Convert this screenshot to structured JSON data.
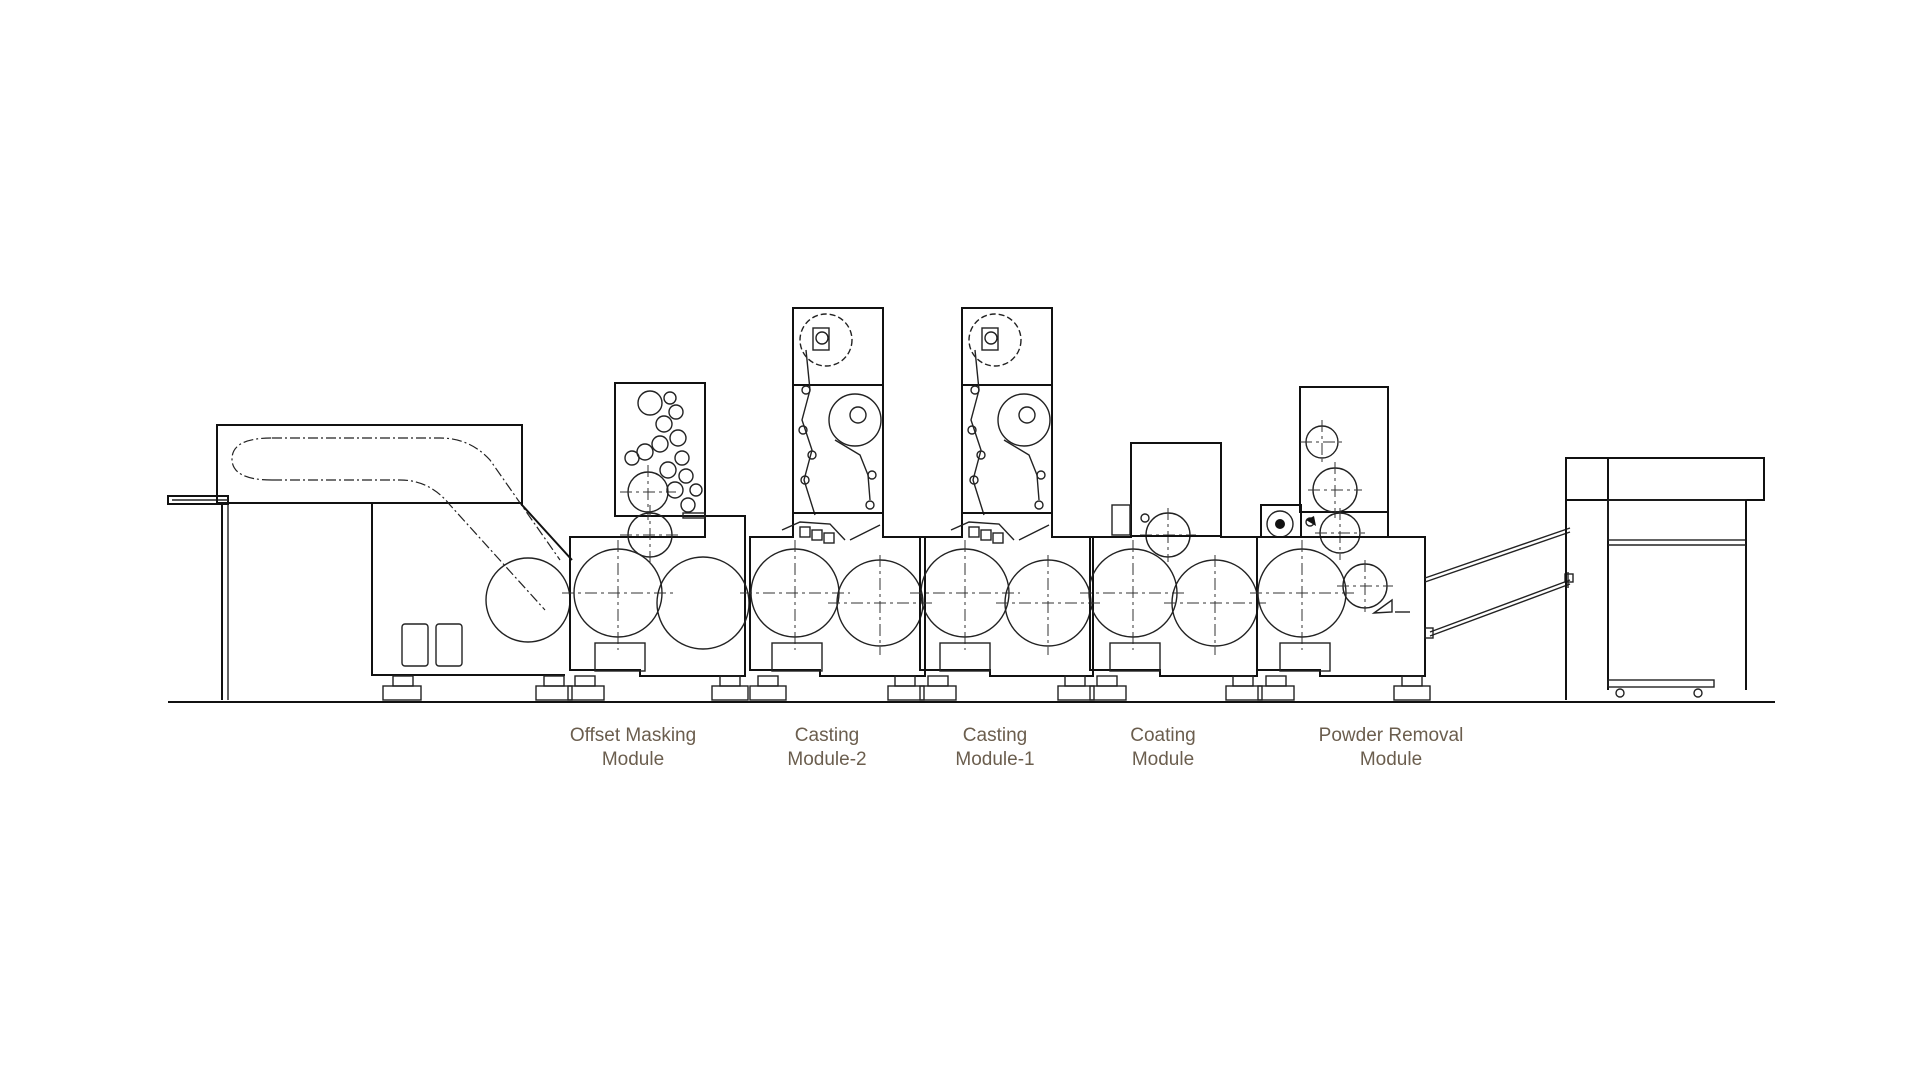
{
  "colors": {
    "line": "#222222",
    "label": "#6b5e4e",
    "background": "#ffffff"
  },
  "modules": [
    {
      "id": "offset-masking",
      "line1": "Offset Masking",
      "line2": "Module"
    },
    {
      "id": "casting-2",
      "line1": "Casting",
      "line2": "Module-2"
    },
    {
      "id": "casting-1",
      "line1": "Casting",
      "line2": "Module-1"
    },
    {
      "id": "coating",
      "line1": "Coating",
      "line2": "Module"
    },
    {
      "id": "powder-removal",
      "line1": "Powder Removal",
      "line2": "Module"
    }
  ]
}
